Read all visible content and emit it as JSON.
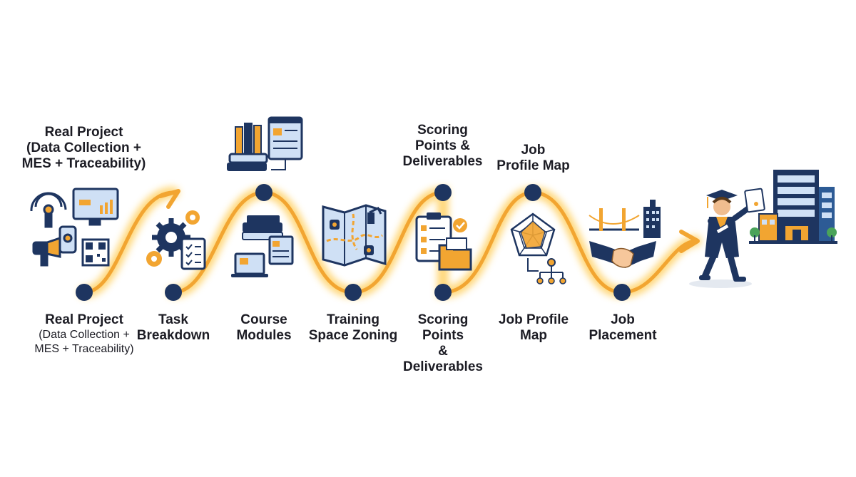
{
  "colors": {
    "navy": "#1e3560",
    "orange": "#f2a531",
    "glow": "#ffd36b",
    "light_blue": "#cfe0f5"
  },
  "top_labels": {
    "project": {
      "line1": "Real Project",
      "line2": "(Data Collection +",
      "line3": "MES + Traceability)"
    },
    "scoring": {
      "line1": "Scoring",
      "line2": "Points &",
      "line3": "Deliverables"
    },
    "job_profile": {
      "line1": "Job",
      "line2": "Profile Map"
    }
  },
  "steps": [
    {
      "lines": [
        "Real Project"
      ],
      "small": [
        "(Data Collection +",
        "MES + Traceability)"
      ]
    },
    {
      "lines": [
        "Task",
        "Breakdown"
      ],
      "small": []
    },
    {
      "lines": [
        "Course",
        "Modules"
      ],
      "small": []
    },
    {
      "lines": [
        "Training",
        "Space Zoning"
      ],
      "small": []
    },
    {
      "lines": [
        "Scoring",
        "Points",
        "&",
        "Deliverables"
      ],
      "small": []
    },
    {
      "lines": [
        "Job Profile",
        "Map"
      ],
      "small": []
    },
    {
      "lines": [
        "Job",
        "Placement"
      ],
      "small": []
    }
  ],
  "icons": [
    "iot-sensors-icon",
    "gears-checklist-icon",
    "books-screen-icon",
    "zoning-map-icon",
    "clipboard-deliverables-icon",
    "radar-hierarchy-icon",
    "handshake-bridge-icon",
    "graduate-building-icon"
  ]
}
